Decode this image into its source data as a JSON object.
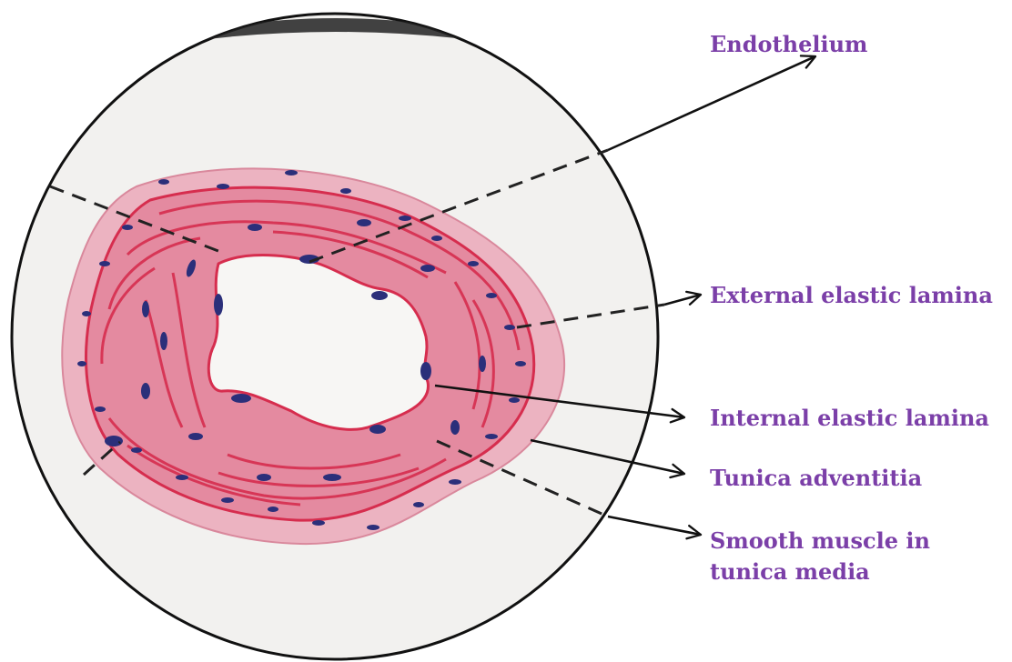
{
  "colors": {
    "label": "#7b3fa8",
    "tissue_pink": "#e8a3b4",
    "fiber_red": "#d62d4e",
    "nucleus": "#2b2f7a",
    "field": "#f2f1ef",
    "outline": "#111111"
  },
  "labels": {
    "endothelium": "Endothelium",
    "external_elastic_lamina": "External elastic lamina",
    "internal_elastic_lamina": "Internal elastic lamina",
    "tunica_adventitia": "Tunica adventitia",
    "smooth_muscle_line1": "Smooth muscle in",
    "smooth_muscle_line2": "tunica media"
  }
}
